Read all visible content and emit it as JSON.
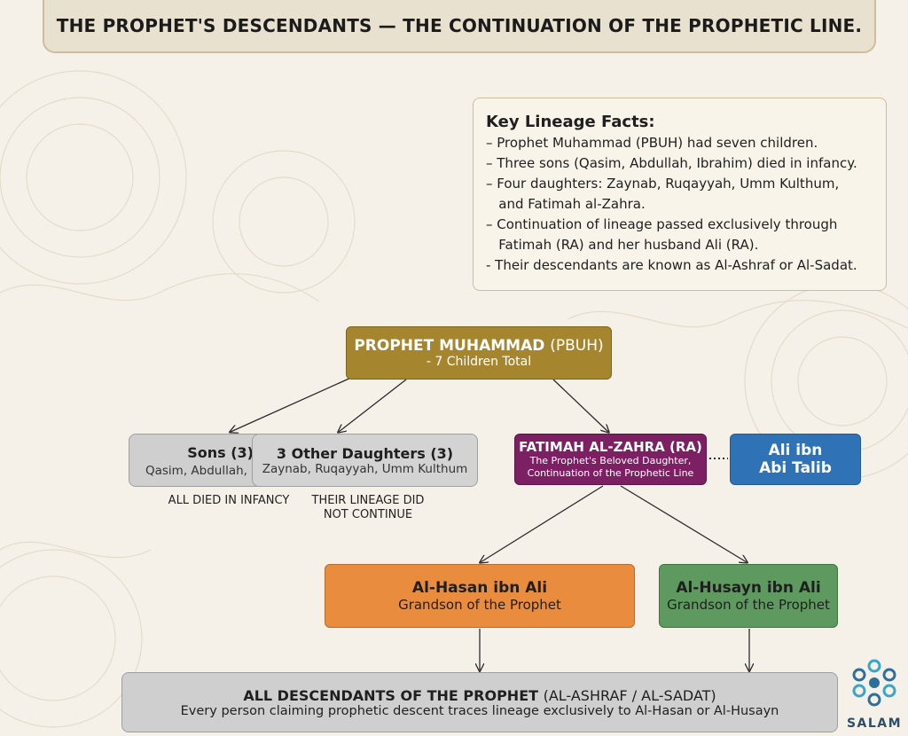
{
  "title": "THE PROPHET'S DESCENDANTS — THE CONTINUATION OF THE PROPHETIC LINE.",
  "facts": {
    "heading": "Key Lineage Facts:",
    "lines": [
      "– Prophet Muhammad (PBUH) had seven children.",
      "– Three sons (Qasim, Abdullah, Ibrahim) died in infancy.",
      "– Four daughters: Zaynab, Ruqayyah, Umm Kulthum,",
      "   and Fatimah al-Zahra.",
      "– Continuation of lineage passed exclusively through",
      "   Fatimah (RA) and her husband Ali (RA).",
      "- Their descendants are known as Al-Ashraf or Al-Sadat."
    ]
  },
  "nodes": {
    "root": {
      "name": "PROPHET MUHAMMAD",
      "honorific": "(PBUH)",
      "sub": "- 7 Children Total"
    },
    "sons": {
      "title": "Sons (3)",
      "sub": "Qasim, Abdullah,",
      "note": "ALL DIED IN INFANCY"
    },
    "daughters": {
      "title": "3 Other Daughters (3)",
      "sub": "Zaynab, Ruqayyah, Umm Kulthum",
      "note_line1": "THEIR LINEAGE DID",
      "note_line2": "NOT CONTINUE"
    },
    "fatimah": {
      "title": "FATIMAH AL-ZAHRA (RA)",
      "sub1": "The Prophet's Beloved Daughter,",
      "sub2": "Continuation of the Prophetic Line"
    },
    "ali": {
      "line1": "Ali ibn",
      "line2": "Abi Talib"
    },
    "hasan": {
      "title": "Al-Hasan ibn Ali",
      "sub": "Grandson of the Prophet"
    },
    "husayn": {
      "title": "Al-Husayn ibn Ali",
      "sub": "Grandson of the Prophet"
    },
    "all": {
      "title": "ALL DESCENDANTS OF THE PROPHET",
      "paren": "(AL-ASHRAF / AL-SADAT)",
      "sub": "Every person claiming prophetic descent traces lineage exclusively to Al-Hasan or Al-Husayn"
    }
  },
  "logo": {
    "text": "SALAM"
  },
  "colors": {
    "root": "#a5862f",
    "fatimah": "#7c1f63",
    "ali": "#2f72b6",
    "hasan": "#ea8c3d",
    "husayn": "#5e9a5f",
    "grey": "#cfcfcf",
    "background": "#f5f1e8"
  }
}
